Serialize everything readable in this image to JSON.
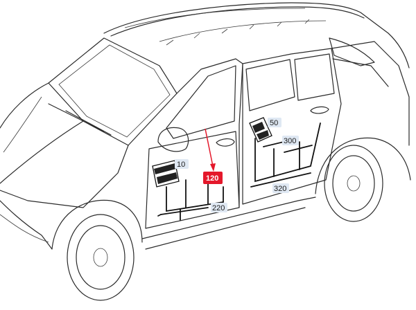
{
  "callouts": [
    {
      "id": "10",
      "label": "10"
    },
    {
      "id": "50",
      "label": "50"
    },
    {
      "id": "120",
      "label": "120",
      "highlighted": true
    },
    {
      "id": "220",
      "label": "220"
    },
    {
      "id": "300",
      "label": "300"
    },
    {
      "id": "320",
      "label": "320"
    }
  ],
  "colors": {
    "highlight": "#e4182b",
    "callout_bg": "#dfe8f3",
    "line": "#111111"
  }
}
